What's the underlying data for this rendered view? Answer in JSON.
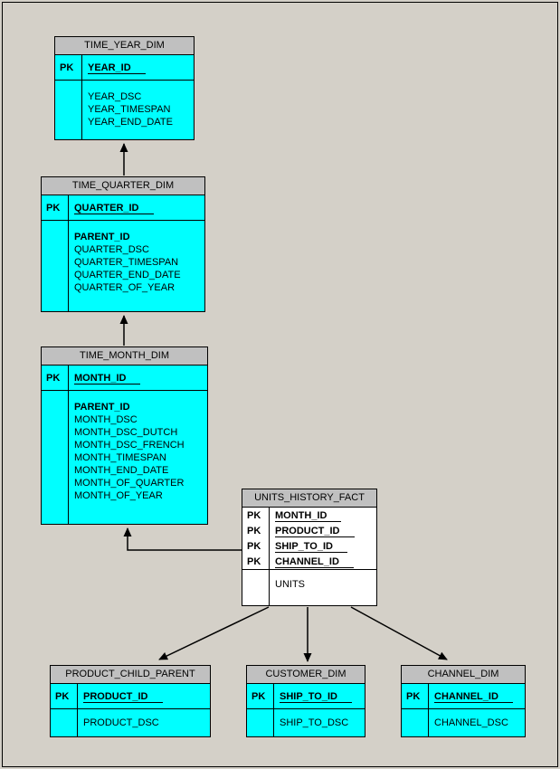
{
  "colors": {
    "background": "#d4d0c8",
    "dimension_fill": "#00ffff",
    "fact_fill": "#ffffff",
    "header_fill": "#c0c0c0",
    "line": "#000000"
  },
  "tables": {
    "time_year_dim": {
      "title": "TIME_YEAR_DIM",
      "pk_rows": [
        {
          "key": "PK",
          "field": "YEAR_ID"
        }
      ],
      "attributes": [
        "YEAR_DSC",
        "YEAR_TIMESPAN",
        "YEAR_END_DATE"
      ]
    },
    "time_quarter_dim": {
      "title": "TIME_QUARTER_DIM",
      "pk_rows": [
        {
          "key": "PK",
          "field": "QUARTER_ID"
        }
      ],
      "attributes": [
        "PARENT_ID",
        "QUARTER_DSC",
        "QUARTER_TIMESPAN",
        "QUARTER_END_DATE",
        "QUARTER_OF_YEAR"
      ]
    },
    "time_month_dim": {
      "title": "TIME_MONTH_DIM",
      "pk_rows": [
        {
          "key": "PK",
          "field": "MONTH_ID"
        }
      ],
      "attributes": [
        "PARENT_ID",
        "MONTH_DSC",
        "MONTH_DSC_DUTCH",
        "MONTH_DSC_FRENCH",
        "MONTH_TIMESPAN",
        "MONTH_END_DATE",
        "MONTH_OF_QUARTER",
        "MONTH_OF_YEAR"
      ]
    },
    "units_history_fact": {
      "title": "UNITS_HISTORY_FACT",
      "pk_rows": [
        {
          "key": "PK",
          "field": "MONTH_ID"
        },
        {
          "key": "PK",
          "field": "PRODUCT_ID"
        },
        {
          "key": "PK",
          "field": "SHIP_TO_ID"
        },
        {
          "key": "PK",
          "field": "CHANNEL_ID"
        }
      ],
      "attributes": [
        "UNITS"
      ]
    },
    "product_child_parent": {
      "title": "PRODUCT_CHILD_PARENT",
      "pk_rows": [
        {
          "key": "PK",
          "field": "PRODUCT_ID"
        }
      ],
      "attributes": [
        "PRODUCT_DSC"
      ]
    },
    "customer_dim": {
      "title": "CUSTOMER_DIM",
      "pk_rows": [
        {
          "key": "PK",
          "field": "SHIP_TO_ID"
        }
      ],
      "attributes": [
        "SHIP_TO_DSC"
      ]
    },
    "channel_dim": {
      "title": "CHANNEL_DIM",
      "pk_rows": [
        {
          "key": "PK",
          "field": "CHANNEL_ID"
        }
      ],
      "attributes": [
        "CHANNEL_DSC"
      ]
    }
  },
  "relationships": [
    {
      "from": "TIME_QUARTER_DIM",
      "to": "TIME_YEAR_DIM"
    },
    {
      "from": "TIME_MONTH_DIM",
      "to": "TIME_QUARTER_DIM"
    },
    {
      "from": "UNITS_HISTORY_FACT",
      "to": "TIME_MONTH_DIM"
    },
    {
      "from": "UNITS_HISTORY_FACT",
      "to": "PRODUCT_CHILD_PARENT"
    },
    {
      "from": "UNITS_HISTORY_FACT",
      "to": "CUSTOMER_DIM"
    },
    {
      "from": "UNITS_HISTORY_FACT",
      "to": "CHANNEL_DIM"
    }
  ]
}
